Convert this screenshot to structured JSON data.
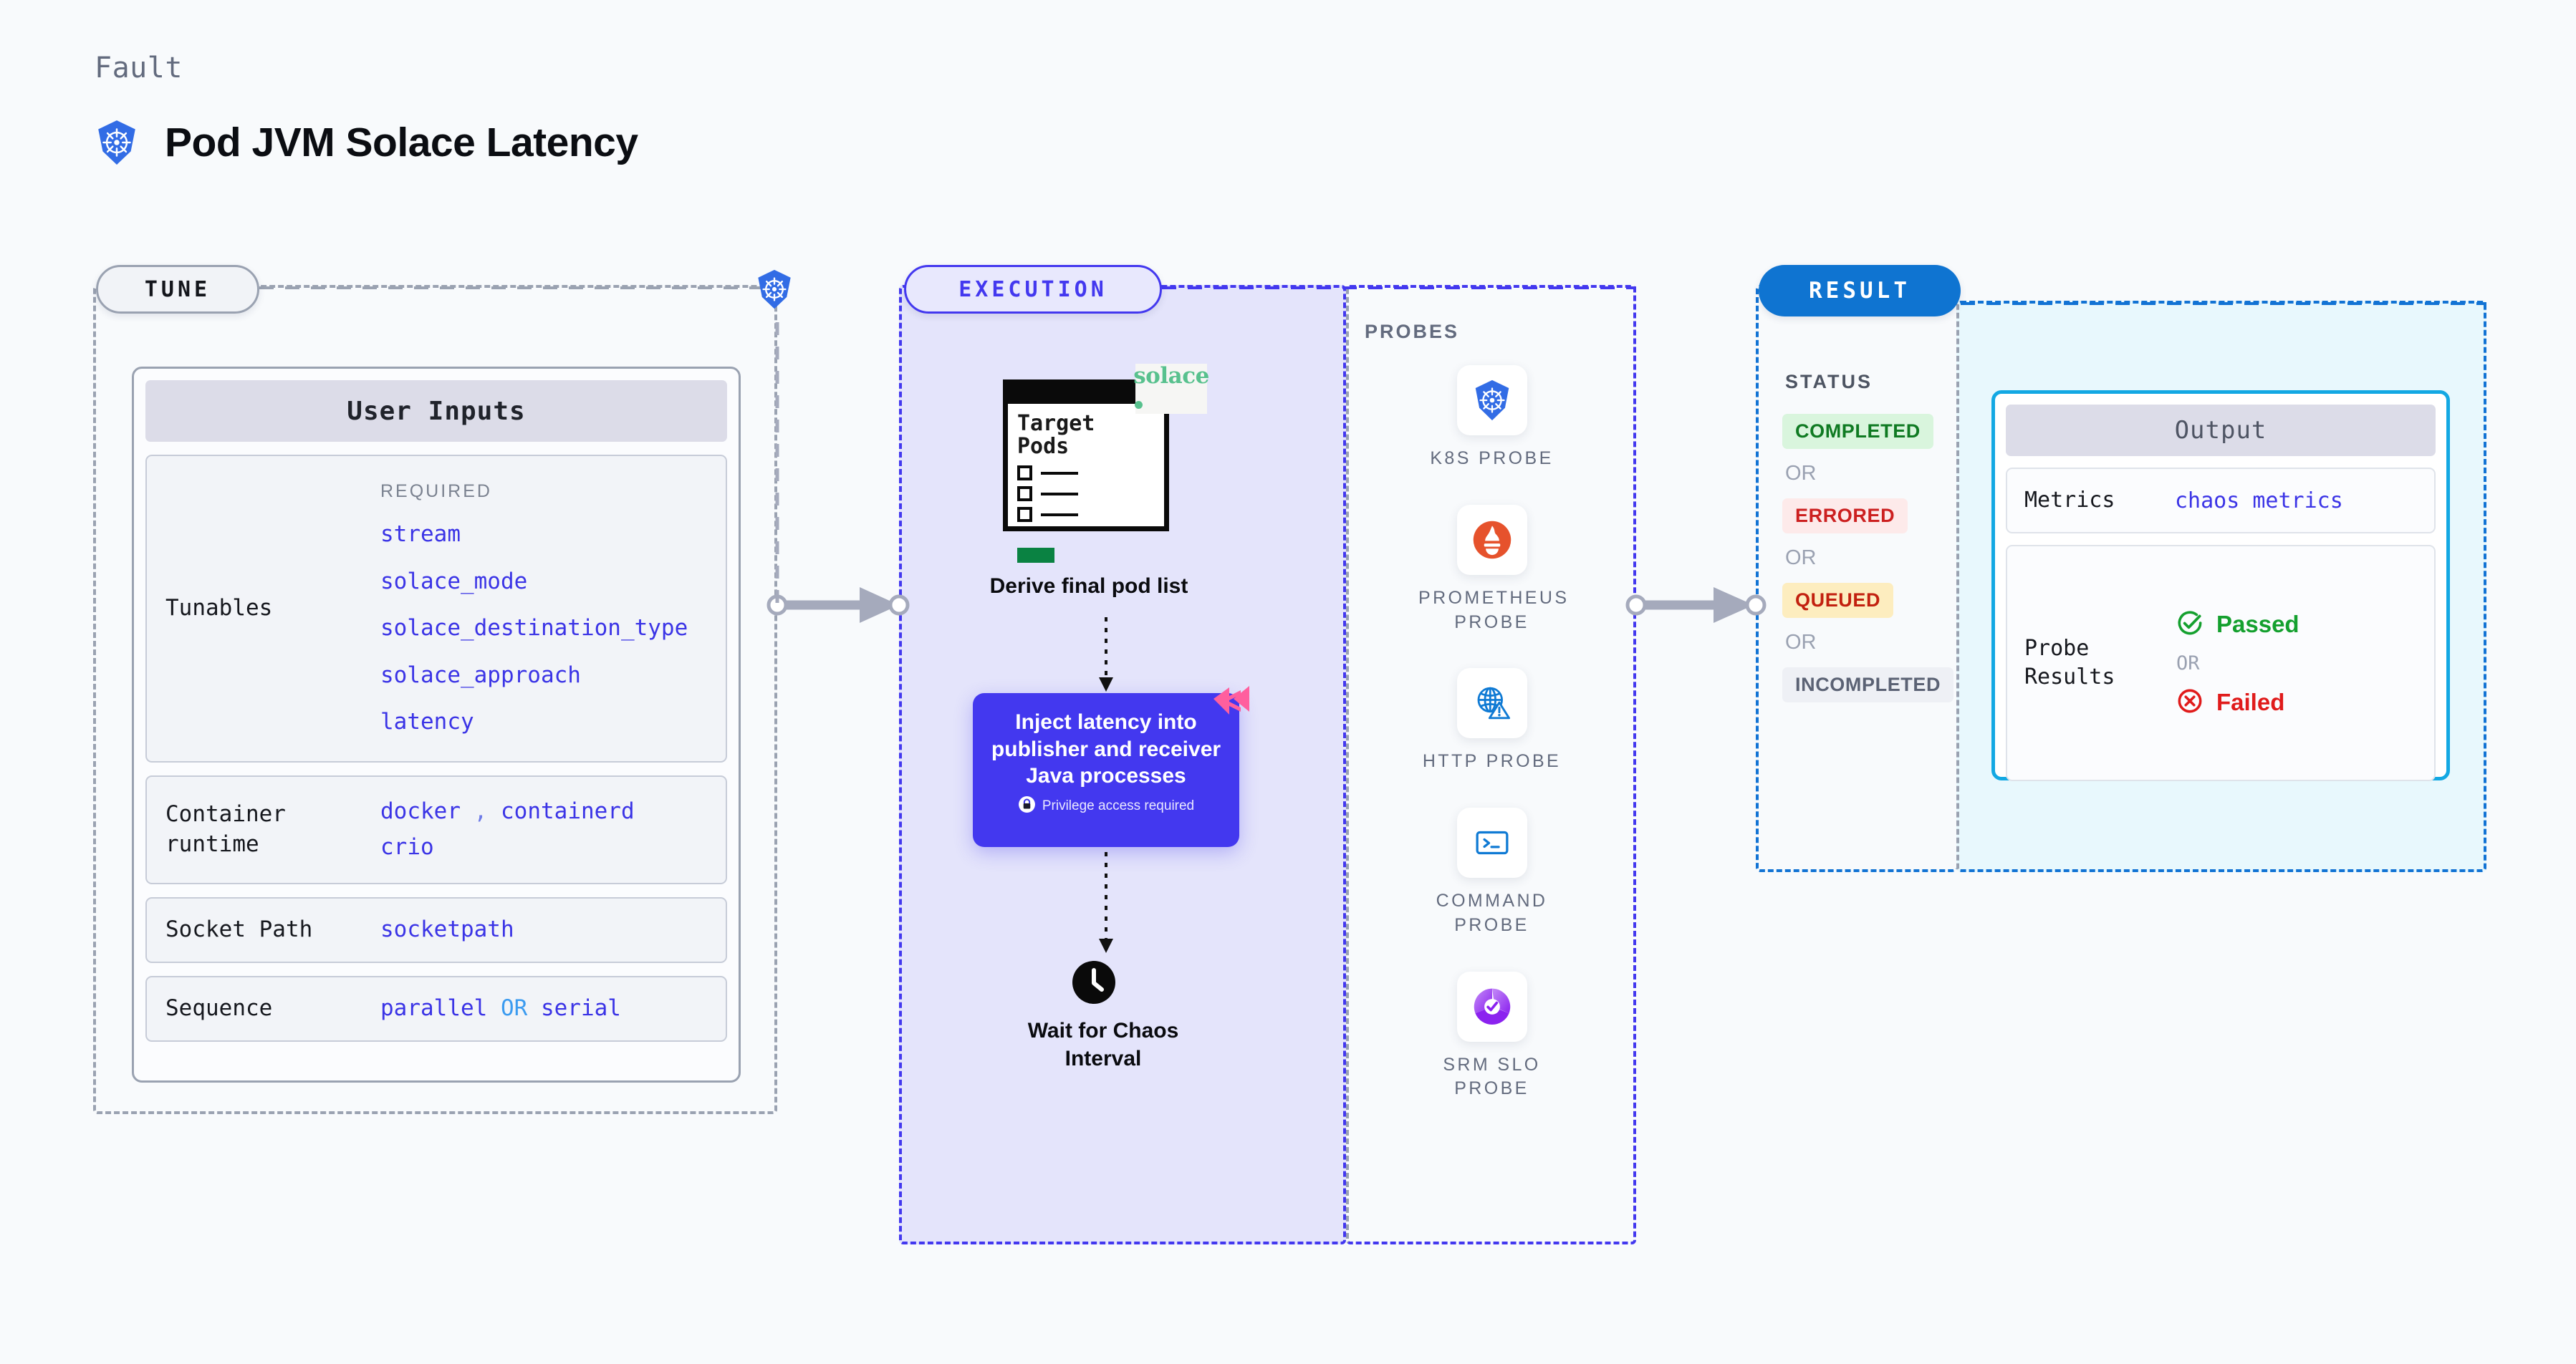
{
  "header": {
    "eyebrow": "Fault",
    "title": "Pod JVM Solace Latency",
    "icon": "kubernetes-icon"
  },
  "stages": {
    "tune": {
      "label": "TUNE"
    },
    "execution": {
      "label": "EXECUTION"
    },
    "result": {
      "label": "RESULT"
    }
  },
  "tune": {
    "card_title": "User Inputs",
    "required_label": "REQUIRED",
    "rows": [
      {
        "key": "Tunables",
        "values": [
          "stream",
          "solace_mode",
          "solace_destination_type",
          "solace_approach",
          "latency"
        ]
      },
      {
        "key": "Container runtime",
        "values": [
          "docker",
          "containerd",
          "crio"
        ],
        "separator": ","
      },
      {
        "key": "Socket Path",
        "values": [
          "socketpath"
        ]
      },
      {
        "key": "Sequence",
        "values": [
          "parallel",
          "serial"
        ],
        "separator": "OR"
      }
    ]
  },
  "execution": {
    "doc": {
      "title_line1": "Target",
      "title_line2": "Pods",
      "brand": "solace",
      "caption": "Derive final pod list"
    },
    "inject": {
      "text": "Inject latency into publisher and receiver Java processes",
      "privilege_note": "Privilege access required",
      "lock_icon": "lock-icon",
      "corner_icon": "harness-logo-icon"
    },
    "wait": {
      "icon": "clock-icon",
      "caption": "Wait for Chaos Interval"
    }
  },
  "probes": {
    "title": "PROBES",
    "items": [
      {
        "label": "K8S PROBE",
        "icon": "kubernetes-icon"
      },
      {
        "label": "PROMETHEUS PROBE",
        "icon": "prometheus-icon"
      },
      {
        "label": "HTTP PROBE",
        "icon": "globe-warning-icon"
      },
      {
        "label": "COMMAND PROBE",
        "icon": "terminal-icon"
      },
      {
        "label": "SRM SLO PROBE",
        "icon": "srm-slo-icon"
      }
    ]
  },
  "result": {
    "status_title": "STATUS",
    "or_label": "OR",
    "statuses": [
      {
        "label": "COMPLETED",
        "color": "#0f7a22",
        "bg": "#d9f5dd"
      },
      {
        "label": "ERRORED",
        "color": "#cc2020",
        "bg": "#fdeaea"
      },
      {
        "label": "QUEUED",
        "color": "#c2200f",
        "bg": "#fdedbf"
      },
      {
        "label": "INCOMPLETED",
        "color": "#5b6274",
        "bg": "#eef0f5"
      }
    ]
  },
  "output": {
    "card_title": "Output",
    "rows": [
      {
        "key": "Metrics",
        "value": "chaos metrics"
      }
    ],
    "probe_results": {
      "key": "Probe Results",
      "passed": "Passed",
      "or_label": "OR",
      "failed": "Failed",
      "passed_icon": "check-circle-icon",
      "failed_icon": "x-circle-icon"
    }
  },
  "colors": {
    "accent_purple": "#4338ef",
    "accent_blue": "#1273d4",
    "cyan": "#13a8e3",
    "mono_value": "#3b34e6"
  }
}
